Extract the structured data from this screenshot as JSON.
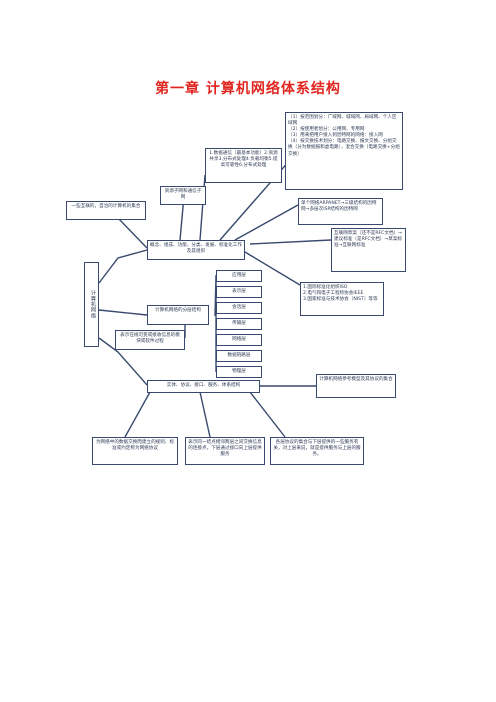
{
  "title": "第一章  计算机网络体系结构",
  "nodes": {
    "root": "计算机网络",
    "concept": "概念、组成、功能、分类、发展、标准化工作及其组织",
    "definition": "一些互联的，自治的计算机的集合",
    "resource_net": "资源子网和通信子网",
    "functions": "1.数据通信（最基本功能）2.资源共享3.分布式处理4.负载均衡5.提高可靠性6.分布式处理",
    "classification": "（1）按范围划分：广域网、城域网、局域网、个人区域网\n（2）按使用者划分：公用网、专用网\n（3）用来把用户接入到因特网的网络：接入网\n（4）按交换技术划分：电路交换、报文交换、分组交换（分为数据报和虚电路），混合交换（电路交换+分组交换）",
    "development": "单个网络ARPANET→三级结构的因特网→多层次ISP结构的因特网",
    "standard": "互联网草案（还不是RFC文档）→建议标准（是RFC文档）→草案标准→互联网标准",
    "organizations": "1.国际标准化组织ISO\n2.电气和电子工程师协会IEEE\n3.国家标准与技术协会（NIST）等等",
    "layered": "计算机网络的分层结构",
    "layer_note": "表示在线可变或接收信息的模块或软件过程",
    "layers": [
      "应用层",
      "表示层",
      "会话层",
      "传输层",
      "网络层",
      "数据链路层",
      "物理层"
    ],
    "protocol": "实体、协议、接口、服务、体系结构",
    "ref_model": "计算机网络参考模型及其协议的集合",
    "b1": "为网络中的数据交换而建立的规则、标准或约定称为网络协议",
    "b2": "表示同一结点相邻两层之间交换信息的连接点，下层通过接口向上层提供服务",
    "b3": "各层协议的集合与下层提供的一些服务有关，对上层来说，就是提供服务与上层的服务。"
  }
}
